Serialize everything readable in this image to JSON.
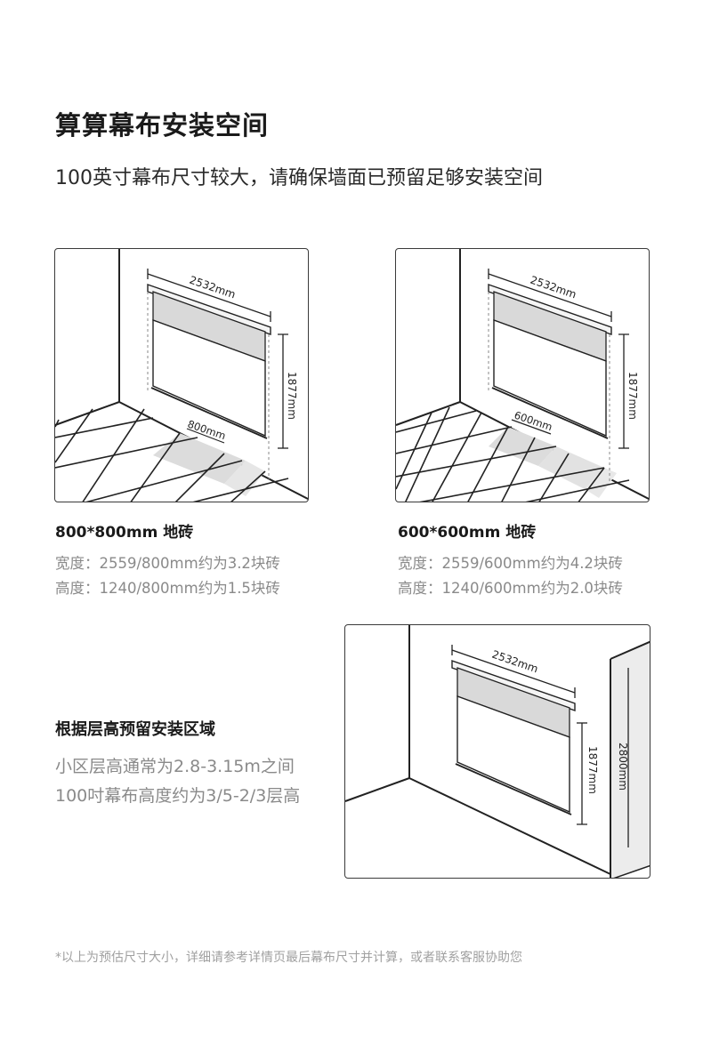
{
  "header": {
    "title": "算算幕布安装空间",
    "subtitle": "100英寸幕布尺寸较大，请确保墙面已预留足够安装空间"
  },
  "panels": {
    "tile800": {
      "width_label": "2532mm",
      "height_label": "1877mm",
      "tile_label": "800mm",
      "caption_title": "800*800mm 地砖",
      "caption_width": "宽度：2559/800mm约为3.2块砖",
      "caption_height": "高度：1240/800mm约为1.5块砖"
    },
    "tile600": {
      "width_label": "2532mm",
      "height_label": "1877mm",
      "tile_label": "600mm",
      "caption_title": "600*600mm 地砖",
      "caption_width": "宽度：2559/600mm约为4.2块砖",
      "caption_height": "高度：1240/600mm约为2.0块砖"
    },
    "floor_height": {
      "width_label": "2532mm",
      "height_label": "1877mm",
      "room_height_label": "2800mm",
      "caption_title": "根据层高预留安装区域",
      "caption_line1": "小区层高通常为2.8-3.15m之间",
      "caption_line2": "100吋幕布高度约为3/5-2/3层高"
    }
  },
  "footnote": "*以上为预估尺寸大小，详细请参考详情页最后幕布尺寸并计算，或者联系客服协助您"
}
